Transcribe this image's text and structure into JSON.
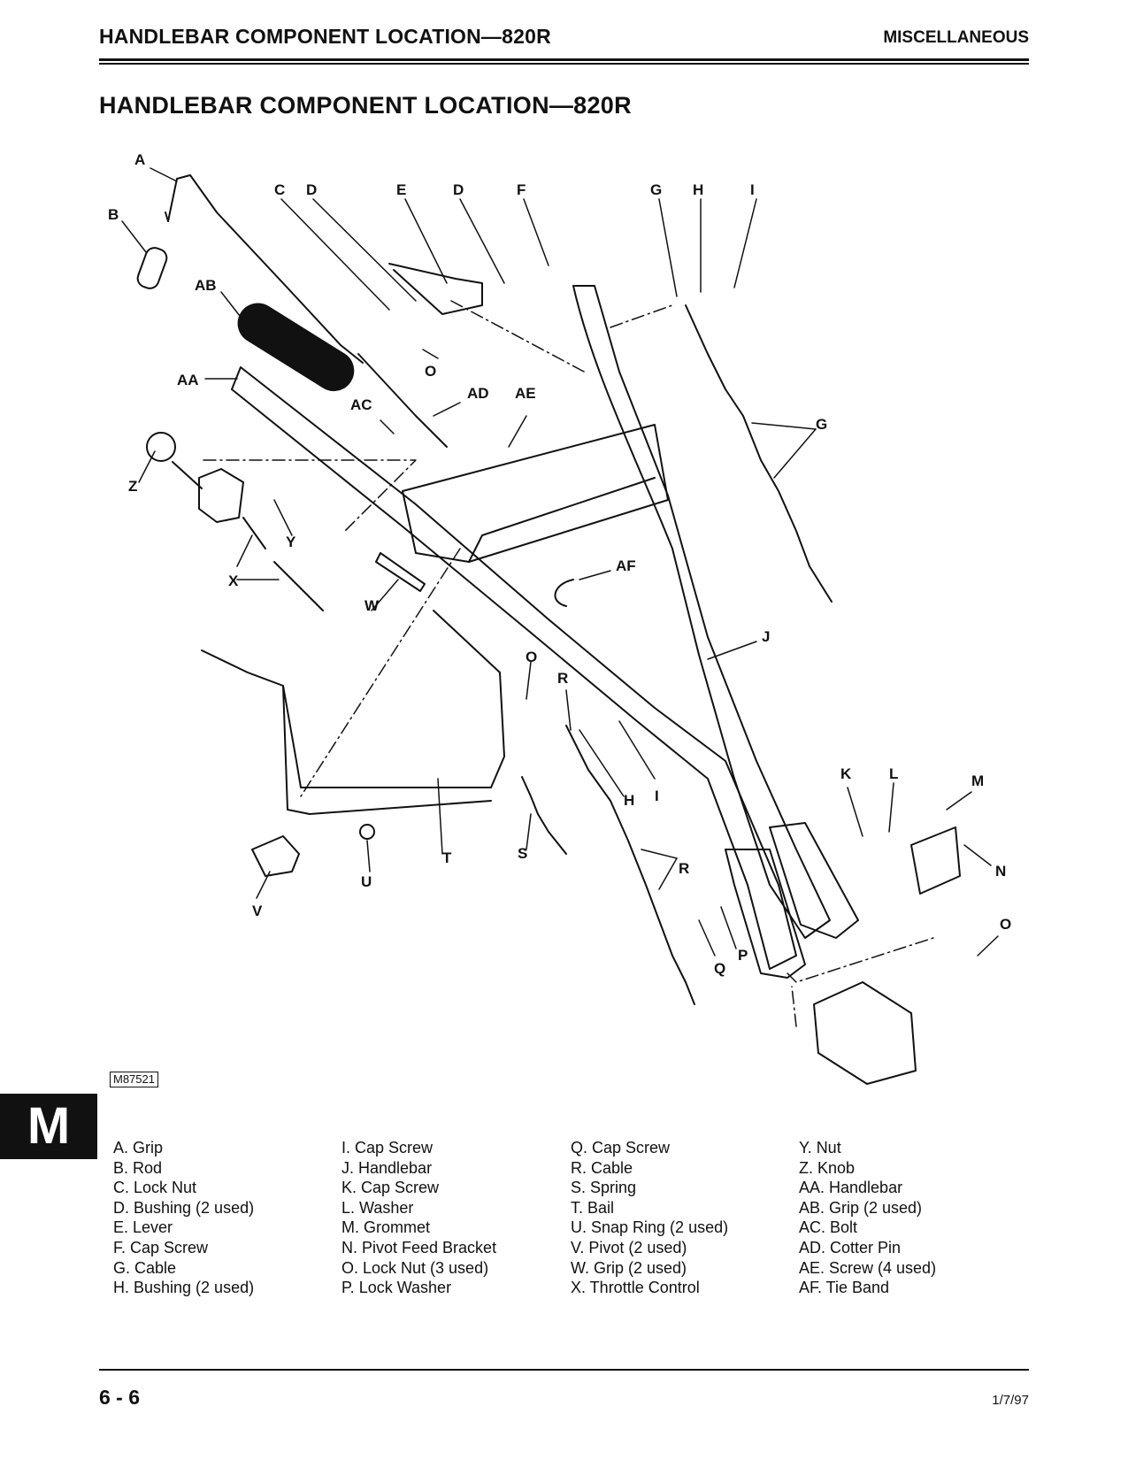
{
  "header": {
    "title": "HANDLEBAR COMPONENT LOCATION—820R",
    "section": "MISCELLANEOUS"
  },
  "page_title": "HANDLEBAR COMPONENT LOCATION—820R",
  "figure": {
    "id": "M87521",
    "callouts": [
      "A",
      "B",
      "AB",
      "AA",
      "C",
      "D",
      "E",
      "D",
      "F",
      "O",
      "AD",
      "AE",
      "AC",
      "G",
      "H",
      "I",
      "G",
      "Z",
      "Y",
      "X",
      "W",
      "AF",
      "J",
      "O",
      "R",
      "H",
      "I",
      "S",
      "T",
      "U",
      "V",
      "R",
      "K",
      "L",
      "M",
      "N",
      "O",
      "Q",
      "P"
    ]
  },
  "tab_letter": "M",
  "legend": {
    "col0": [
      "A. Grip",
      "B. Rod",
      "C. Lock Nut",
      "D. Bushing (2 used)",
      "E. Lever",
      "F. Cap Screw",
      "G. Cable",
      "H. Bushing (2 used)"
    ],
    "col1": [
      "I. Cap Screw",
      "J. Handlebar",
      "K. Cap Screw",
      "L. Washer",
      "M. Grommet",
      "N. Pivot Feed Bracket",
      "O. Lock Nut (3 used)",
      "P. Lock Washer"
    ],
    "col2": [
      "Q. Cap Screw",
      "R. Cable",
      "S. Spring",
      "T. Bail",
      "U. Snap Ring (2 used)",
      "V. Pivot (2 used)",
      "W. Grip (2 used)",
      "X. Throttle Control"
    ],
    "col3": [
      "Y. Nut",
      "Z. Knob",
      "AA. Handlebar",
      "AB. Grip (2 used)",
      "AC. Bolt",
      "AD. Cotter Pin",
      "AE. Screw (4 used)",
      "AF. Tie Band"
    ]
  },
  "footer": {
    "page": "6 - 6",
    "date": "1/7/97"
  }
}
